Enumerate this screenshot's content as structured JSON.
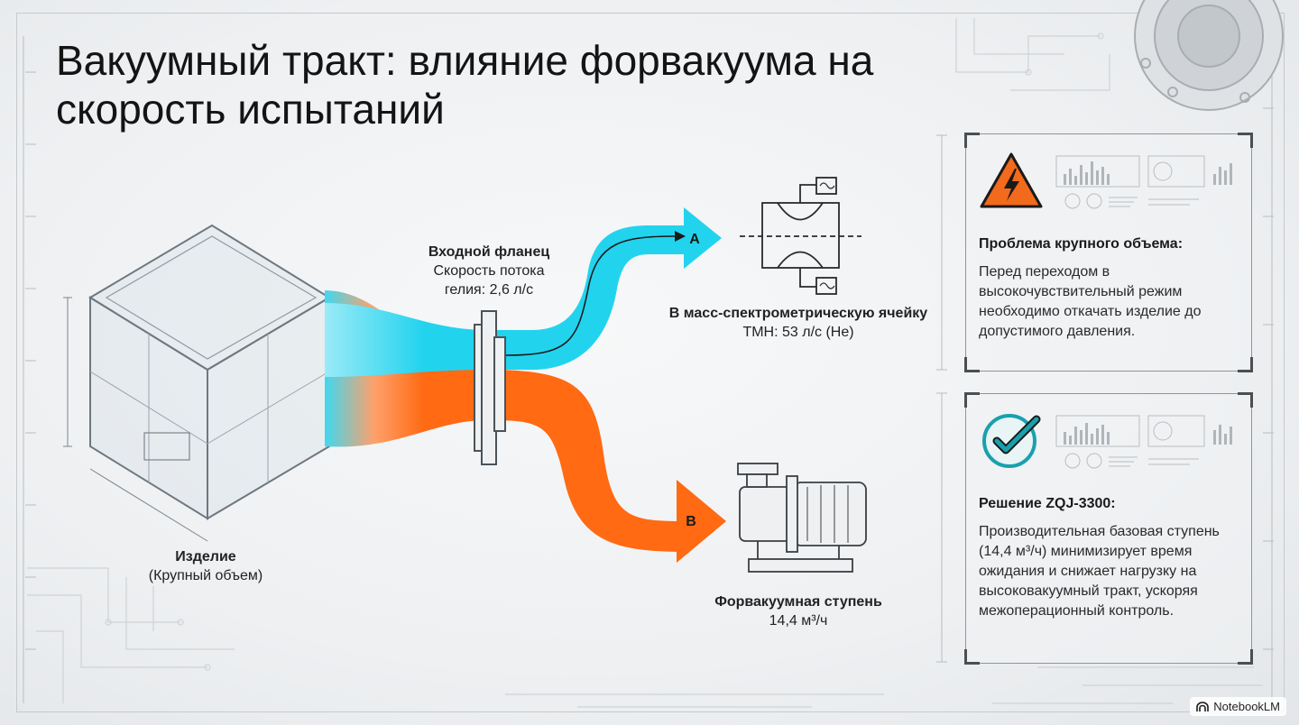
{
  "title": "Вакуумный тракт: влияние форвакуума на скорость испытаний",
  "product": {
    "name": "Изделие",
    "note": "(Крупный объем)"
  },
  "flange": {
    "name": "Входной фланец",
    "line1": "Скорость потока",
    "line2": "гелия: 2,6 л/с"
  },
  "branch_a": {
    "marker": "A",
    "name": "В масс-спектрометрическую ячейку",
    "spec": "ТМН: 53 л/с (He)"
  },
  "branch_b": {
    "marker": "B",
    "name": "Форвакуумная ступень",
    "spec": "14,4 м³/ч"
  },
  "card_problem": {
    "icon": "warning-icon",
    "title": "Проблема крупного объема:",
    "text": "Перед переходом в высокочувствительный режим необходимо откачать изделие до допустимого давления."
  },
  "card_solution": {
    "icon": "check-icon",
    "title": "Решение ZQJ-3300:",
    "text": "Производительная базовая ступень (14,4 м³/ч) минимизирует время ожидания и снижает нагрузку на высоковакуумный тракт, ускоряя межоперационный контроль."
  },
  "branding": {
    "label": "NotebookLM"
  },
  "colors": {
    "cyan": "#22d3ee",
    "orange": "#ff6a13",
    "warning": "#f26a1b",
    "check": "#1aa0ad"
  }
}
